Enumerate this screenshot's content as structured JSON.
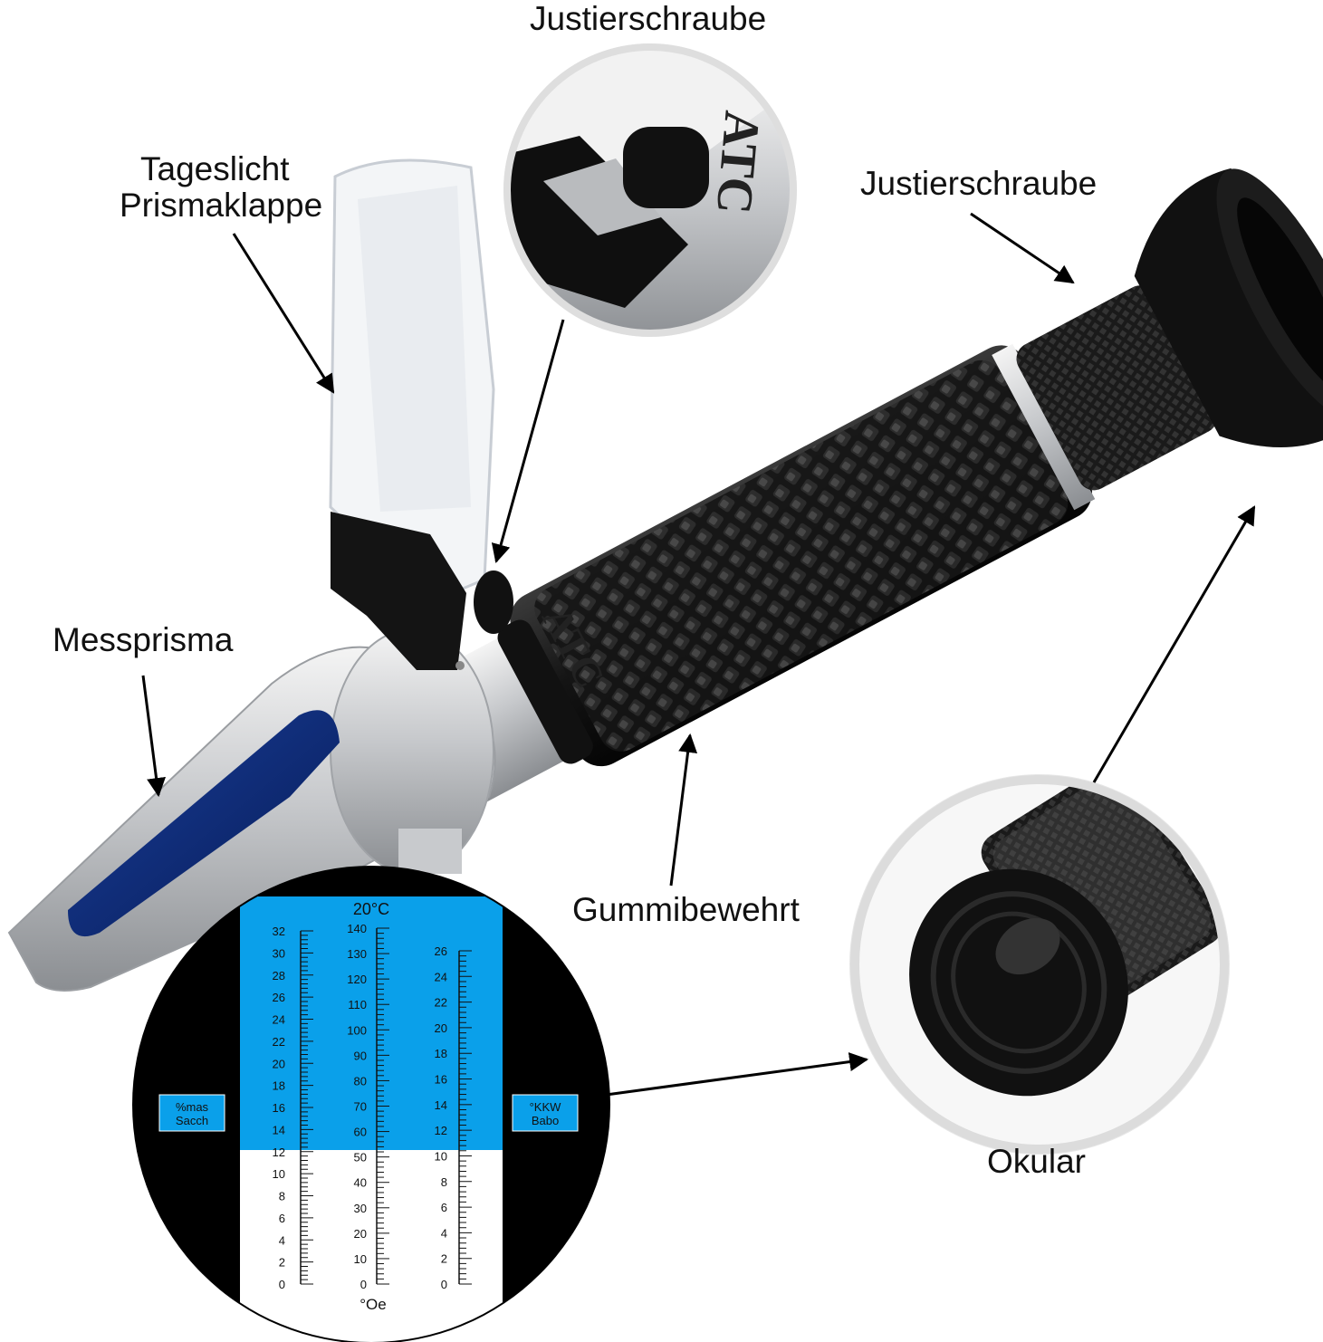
{
  "labels": {
    "justierschraube_top": "Justierschraube",
    "justierschraube_right": "Justierschraube",
    "tageslicht_line1": "Tageslicht",
    "tageslicht_line2": "Prismaklappe",
    "messprisma": "Messprisma",
    "gummibewehrt": "Gummibewehrt",
    "okular": "Okular"
  },
  "tube_marking": "ATC",
  "scale": {
    "temperature": "20°C",
    "bottom_unit": "°Oe",
    "left_badge": [
      "%mas",
      "Sacch"
    ],
    "right_badge": [
      "°KKW",
      "Babo"
    ],
    "left_ticks": [
      "32",
      "30",
      "28",
      "26",
      "24",
      "22",
      "20",
      "18",
      "16",
      "14",
      "12",
      "10",
      "8",
      "6",
      "4",
      "2",
      "0"
    ],
    "middle_ticks": [
      "140",
      "130",
      "120",
      "110",
      "100",
      "90",
      "80",
      "70",
      "60",
      "50",
      "40",
      "30",
      "20",
      "10",
      "0"
    ],
    "right_ticks": [
      "26",
      "24",
      "22",
      "20",
      "18",
      "16",
      "14",
      "12",
      "10",
      "8",
      "6",
      "4",
      "2",
      "0"
    ],
    "colors": {
      "blue_field": "#0aa0ea",
      "white_field": "#ffffff",
      "border": "#000000"
    }
  }
}
